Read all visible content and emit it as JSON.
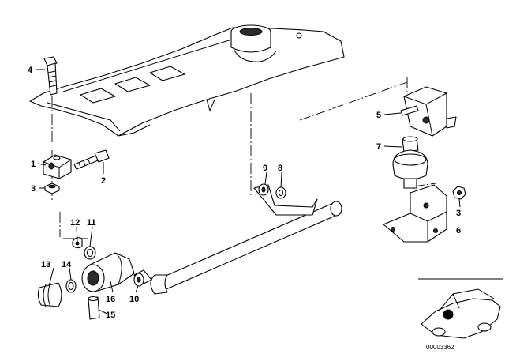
{
  "labels": {
    "l1": "1",
    "l2": "2",
    "l3a": "3",
    "l3b": "3",
    "l4": "4",
    "l5": "5",
    "l6": "6",
    "l7": "7",
    "l8": "8",
    "l9": "9",
    "l10": "10",
    "l11": "11",
    "l12": "12",
    "l13": "13",
    "l14": "14",
    "l15": "15",
    "l16": "16"
  },
  "inset": {
    "reference_number": "00003362"
  }
}
